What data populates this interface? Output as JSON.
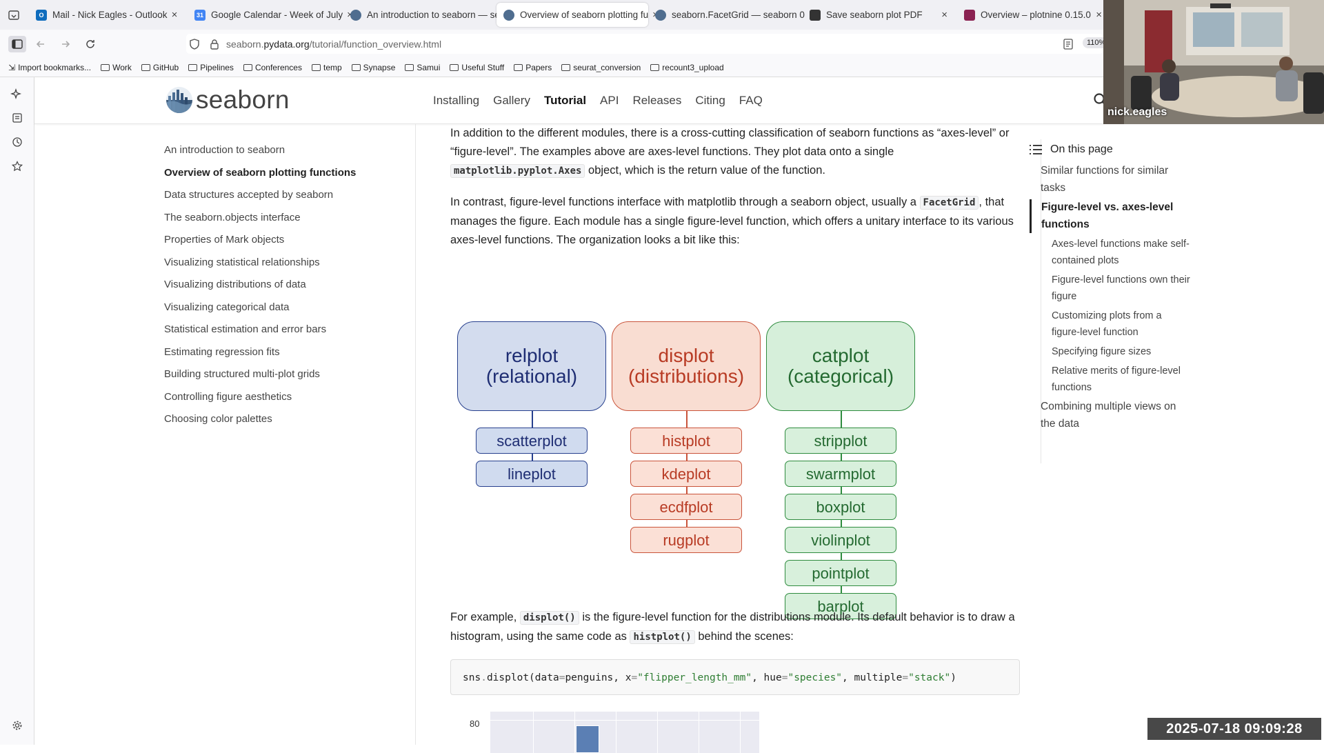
{
  "tabs": [
    {
      "title": "Mail - Nick Eagles - Outlook",
      "icon": "outlook-icon",
      "color": "#0f6cbd",
      "letter": "O"
    },
    {
      "title": "Google Calendar - Week of July",
      "icon": "calendar-icon",
      "color": "#4285f4",
      "letter": "31"
    },
    {
      "title": "An introduction to seaborn — se",
      "icon": "seaborn-icon",
      "color": "#4f6d8f",
      "letter": ""
    },
    {
      "title": "Overview of seaborn plotting fu",
      "icon": "seaborn-icon",
      "color": "#4f6d8f",
      "letter": ""
    },
    {
      "title": "seaborn.FacetGrid — seaborn 0",
      "icon": "seaborn-icon",
      "color": "#4f6d8f",
      "letter": ""
    },
    {
      "title": "Save seaborn plot PDF",
      "icon": "chatgpt-icon",
      "color": "#333333",
      "letter": ""
    },
    {
      "title": "Overview – plotnine 0.15.0",
      "icon": "plotnine-icon",
      "color": "#8b2252",
      "letter": ""
    }
  ],
  "nav": {
    "url_host": "seaborn.",
    "url_domain": "pydata.org",
    "url_path": "/tutorial/function_overview.html",
    "zoom": "110%"
  },
  "bookmarks": [
    "Import bookmarks...",
    "Work",
    "GitHub",
    "Pipelines",
    "Conferences",
    "temp",
    "Synapse",
    "Samui",
    "Useful Stuff",
    "Papers",
    "seurat_conversion",
    "recount3_upload"
  ],
  "site": {
    "logo": "seaborn",
    "nav": [
      "Installing",
      "Gallery",
      "Tutorial",
      "API",
      "Releases",
      "Citing",
      "FAQ"
    ],
    "current_nav": "Tutorial"
  },
  "left_toc": [
    "An introduction to seaborn",
    "Overview of seaborn plotting functions",
    "Data structures accepted by seaborn",
    "The seaborn.objects interface",
    "Properties of Mark objects",
    "Visualizing statistical relationships",
    "Visualizing distributions of data",
    "Visualizing categorical data",
    "Statistical estimation and error bars",
    "Estimating regression fits",
    "Building structured multi-plot grids",
    "Controlling figure aesthetics",
    "Choosing color palettes"
  ],
  "content": {
    "p1a": "In addition to the different modules, there is a cross-cutting classification of seaborn functions as “axes-level” or “figure-level”. The examples above are axes-level functions. They plot data onto a single ",
    "p1code": "matplotlib.pyplot.Axes",
    "p1b": " object, which is the return value of the function.",
    "p2a": "In contrast, figure-level functions interface with matplotlib through a seaborn object, usually a ",
    "p2code": "FacetGrid",
    "p2b": ", that manages the figure. Each module has a single figure-level function, which offers a unitary interface to its various axes-level functions. The organization looks a bit like this:",
    "p3a": "For example, ",
    "p3code1": "displot()",
    "p3b": " is the figure-level function for the distributions module. Its default behavior is to draw a histogram, using the same code as ",
    "p3code2": "histplot()",
    "p3c": " behind the scenes:",
    "code_line": "sns.displot(data=penguins, x=\"flipper_length_mm\", hue=\"species\", multiple=\"stack\")",
    "plot_ytick": "80"
  },
  "diagram": {
    "groups": [
      {
        "title": "relplot\n(relational)",
        "style": "rel",
        "children": [
          "scatterplot",
          "lineplot"
        ]
      },
      {
        "title": "displot\n(distributions)",
        "style": "dis",
        "children": [
          "histplot",
          "kdeplot",
          "ecdfplot",
          "rugplot"
        ]
      },
      {
        "title": "catplot\n(categorical)",
        "style": "cat",
        "children": [
          "stripplot",
          "swarmplot",
          "boxplot",
          "violinplot",
          "pointplot",
          "barplot"
        ]
      }
    ]
  },
  "right_toc": {
    "heading": "On this page",
    "items": [
      {
        "label": "Similar functions for similar tasks",
        "level": 1
      },
      {
        "label": "Figure-level vs. axes-level functions",
        "level": 1,
        "current": true
      },
      {
        "label": "Axes-level functions make self-contained plots",
        "level": 2
      },
      {
        "label": "Figure-level functions own their figure",
        "level": 2
      },
      {
        "label": "Customizing plots from a figure-level function",
        "level": 2
      },
      {
        "label": "Specifying figure sizes",
        "level": 2
      },
      {
        "label": "Relative merits of figure-level functions",
        "level": 2
      },
      {
        "label": "Combining multiple views on the data",
        "level": 1
      }
    ]
  },
  "webcam": {
    "name": "nick.eagles"
  },
  "timestamp": "2025-07-18  09:09:28"
}
